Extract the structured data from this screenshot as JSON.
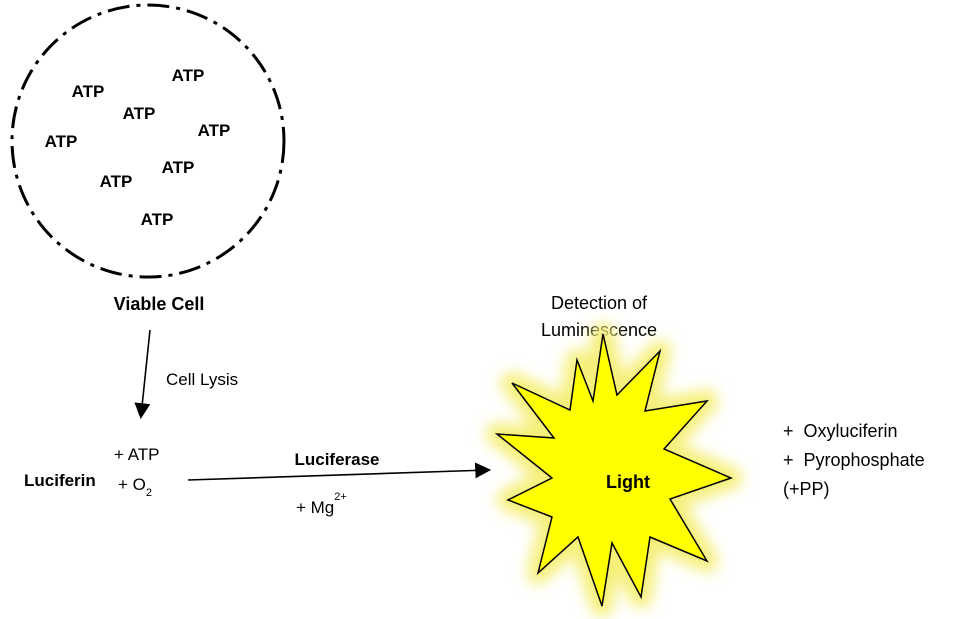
{
  "cell": {
    "atp_labels": [
      "ATP",
      "ATP",
      "ATP",
      "ATP",
      "ATP",
      "ATP",
      "ATP",
      "ATP"
    ],
    "label": "Viable Cell"
  },
  "lysis": {
    "label": "Cell Lysis"
  },
  "reactants": {
    "atp": "+ ATP",
    "luciferin": "Luciferin",
    "o2_prefix": "+ O",
    "o2_subscript": "2"
  },
  "enzyme": {
    "label": "Luciferase",
    "cofactor_prefix": "+ Mg",
    "cofactor_superscript": "2+"
  },
  "detection": {
    "line1": "Detection of",
    "line2": "Luminescence"
  },
  "burst": {
    "label": "Light",
    "fill_color": "#ffff00",
    "glow_color": "#f5f07a"
  },
  "products": {
    "line1": "+  Oxyluciferin",
    "line2": "+  Pyrophosphate",
    "line3": "(+PP)"
  }
}
